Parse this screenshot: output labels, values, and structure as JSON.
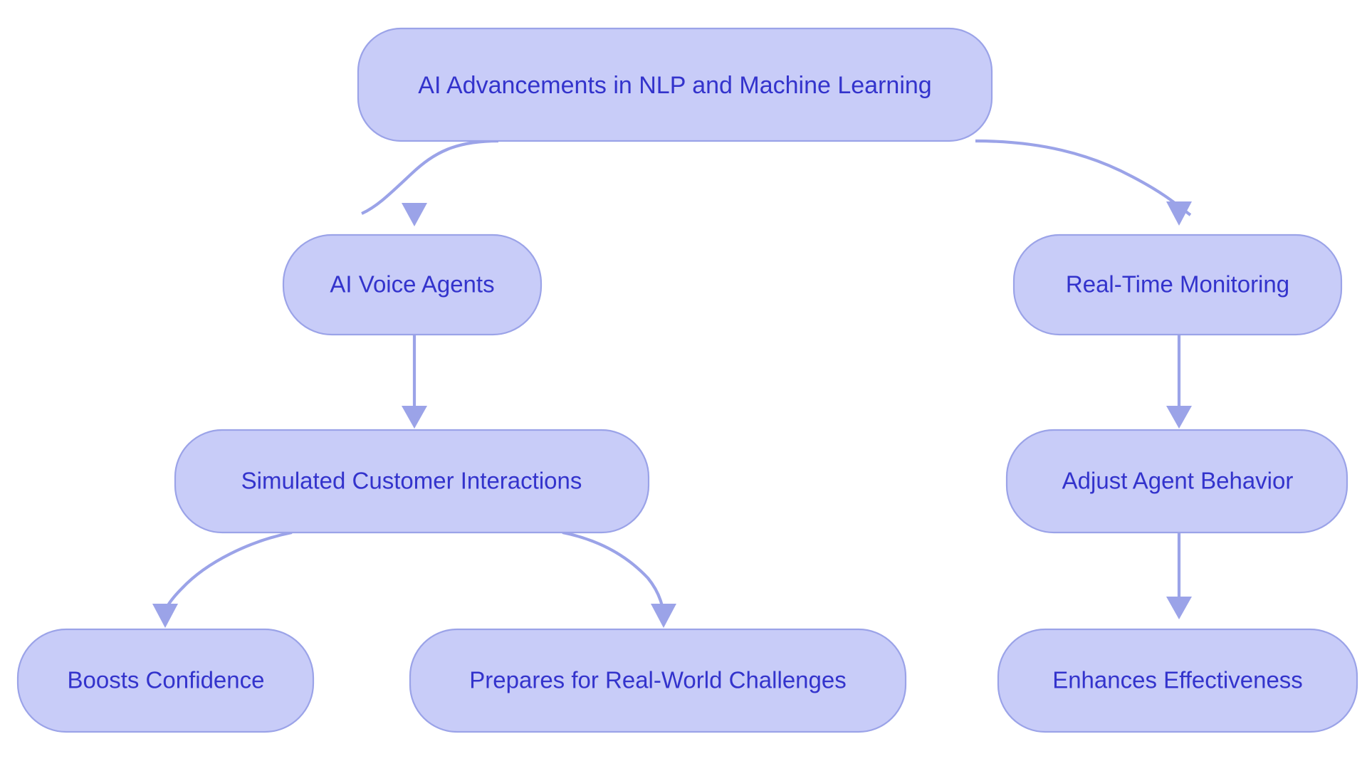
{
  "diagram": {
    "type": "flowchart",
    "direction": "top-down",
    "background_color": "#ffffff",
    "node_fill_color": "#c8ccf8",
    "node_border_color": "#9ba3e8",
    "node_text_color": "#3333cc",
    "edge_color": "#9ba3e8",
    "node_shape": "stadium-rounded-rectangle",
    "nodes": [
      {
        "id": "root",
        "label": "AI Advancements in NLP and Machine Learning",
        "level": 0
      },
      {
        "id": "voice",
        "label": "AI Voice Agents",
        "level": 1
      },
      {
        "id": "monitoring",
        "label": "Real-Time Monitoring",
        "level": 1
      },
      {
        "id": "simulated",
        "label": "Simulated Customer Interactions",
        "level": 2
      },
      {
        "id": "adjust",
        "label": "Adjust Agent Behavior",
        "level": 2
      },
      {
        "id": "boosts",
        "label": "Boosts Confidence",
        "level": 3
      },
      {
        "id": "prepares",
        "label": "Prepares for Real-World Challenges",
        "level": 3
      },
      {
        "id": "enhances",
        "label": "Enhances Effectiveness",
        "level": 3
      }
    ],
    "edges": [
      {
        "from": "root",
        "to": "voice"
      },
      {
        "from": "root",
        "to": "monitoring"
      },
      {
        "from": "voice",
        "to": "simulated"
      },
      {
        "from": "monitoring",
        "to": "adjust"
      },
      {
        "from": "simulated",
        "to": "boosts"
      },
      {
        "from": "simulated",
        "to": "prepares"
      },
      {
        "from": "adjust",
        "to": "enhances"
      }
    ]
  }
}
